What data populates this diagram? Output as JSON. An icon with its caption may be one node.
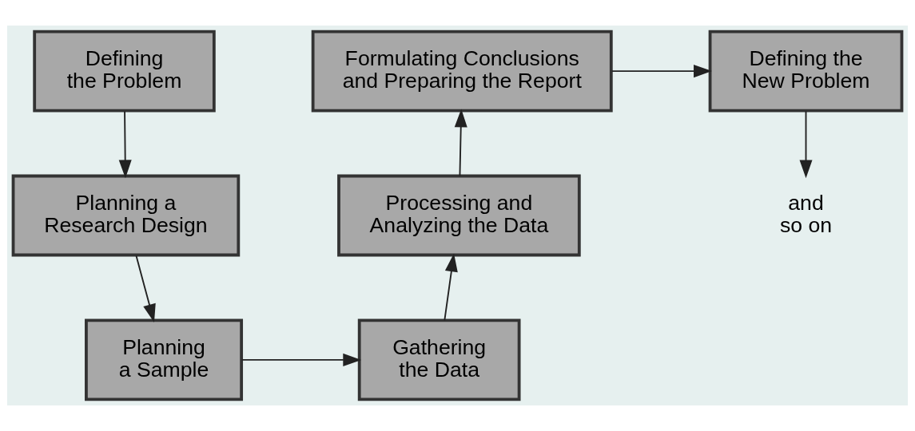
{
  "diagram": {
    "nodes": [
      {
        "text": [
          "Defining the Problem"
        ]
      },
      {
        "text": [
          "Planning a Research Design"
        ]
      },
      {
        "text": [
          "Planning a Sample"
        ]
      },
      {
        "text": [
          "Gathering the Data"
        ]
      },
      {
        "text": [
          "Processing and Analyzing the Data"
        ]
      },
      {
        "text": [
          "Formulating Conclusions and Preparing the Report"
        ]
      },
      {
        "text": [
          "Defining the New Problem"
        ]
      },
      {
        "text": [
          "and so on"
        ]
      }
    ],
    "edges": [
      {
        "from": 0,
        "to": 1,
        "arrow": "to"
      },
      {
        "from": 1,
        "to": 2,
        "arrow": "to"
      },
      {
        "from": 2,
        "to": 3,
        "arrow": "to"
      },
      {
        "from": 3,
        "to": 4,
        "arrow": "to"
      },
      {
        "from": 4,
        "to": 5,
        "arrow": "to"
      },
      {
        "from": 5,
        "to": 6,
        "arrow": "to"
      },
      {
        "from": 6,
        "to": 7,
        "arrow": "to"
      }
    ]
  }
}
